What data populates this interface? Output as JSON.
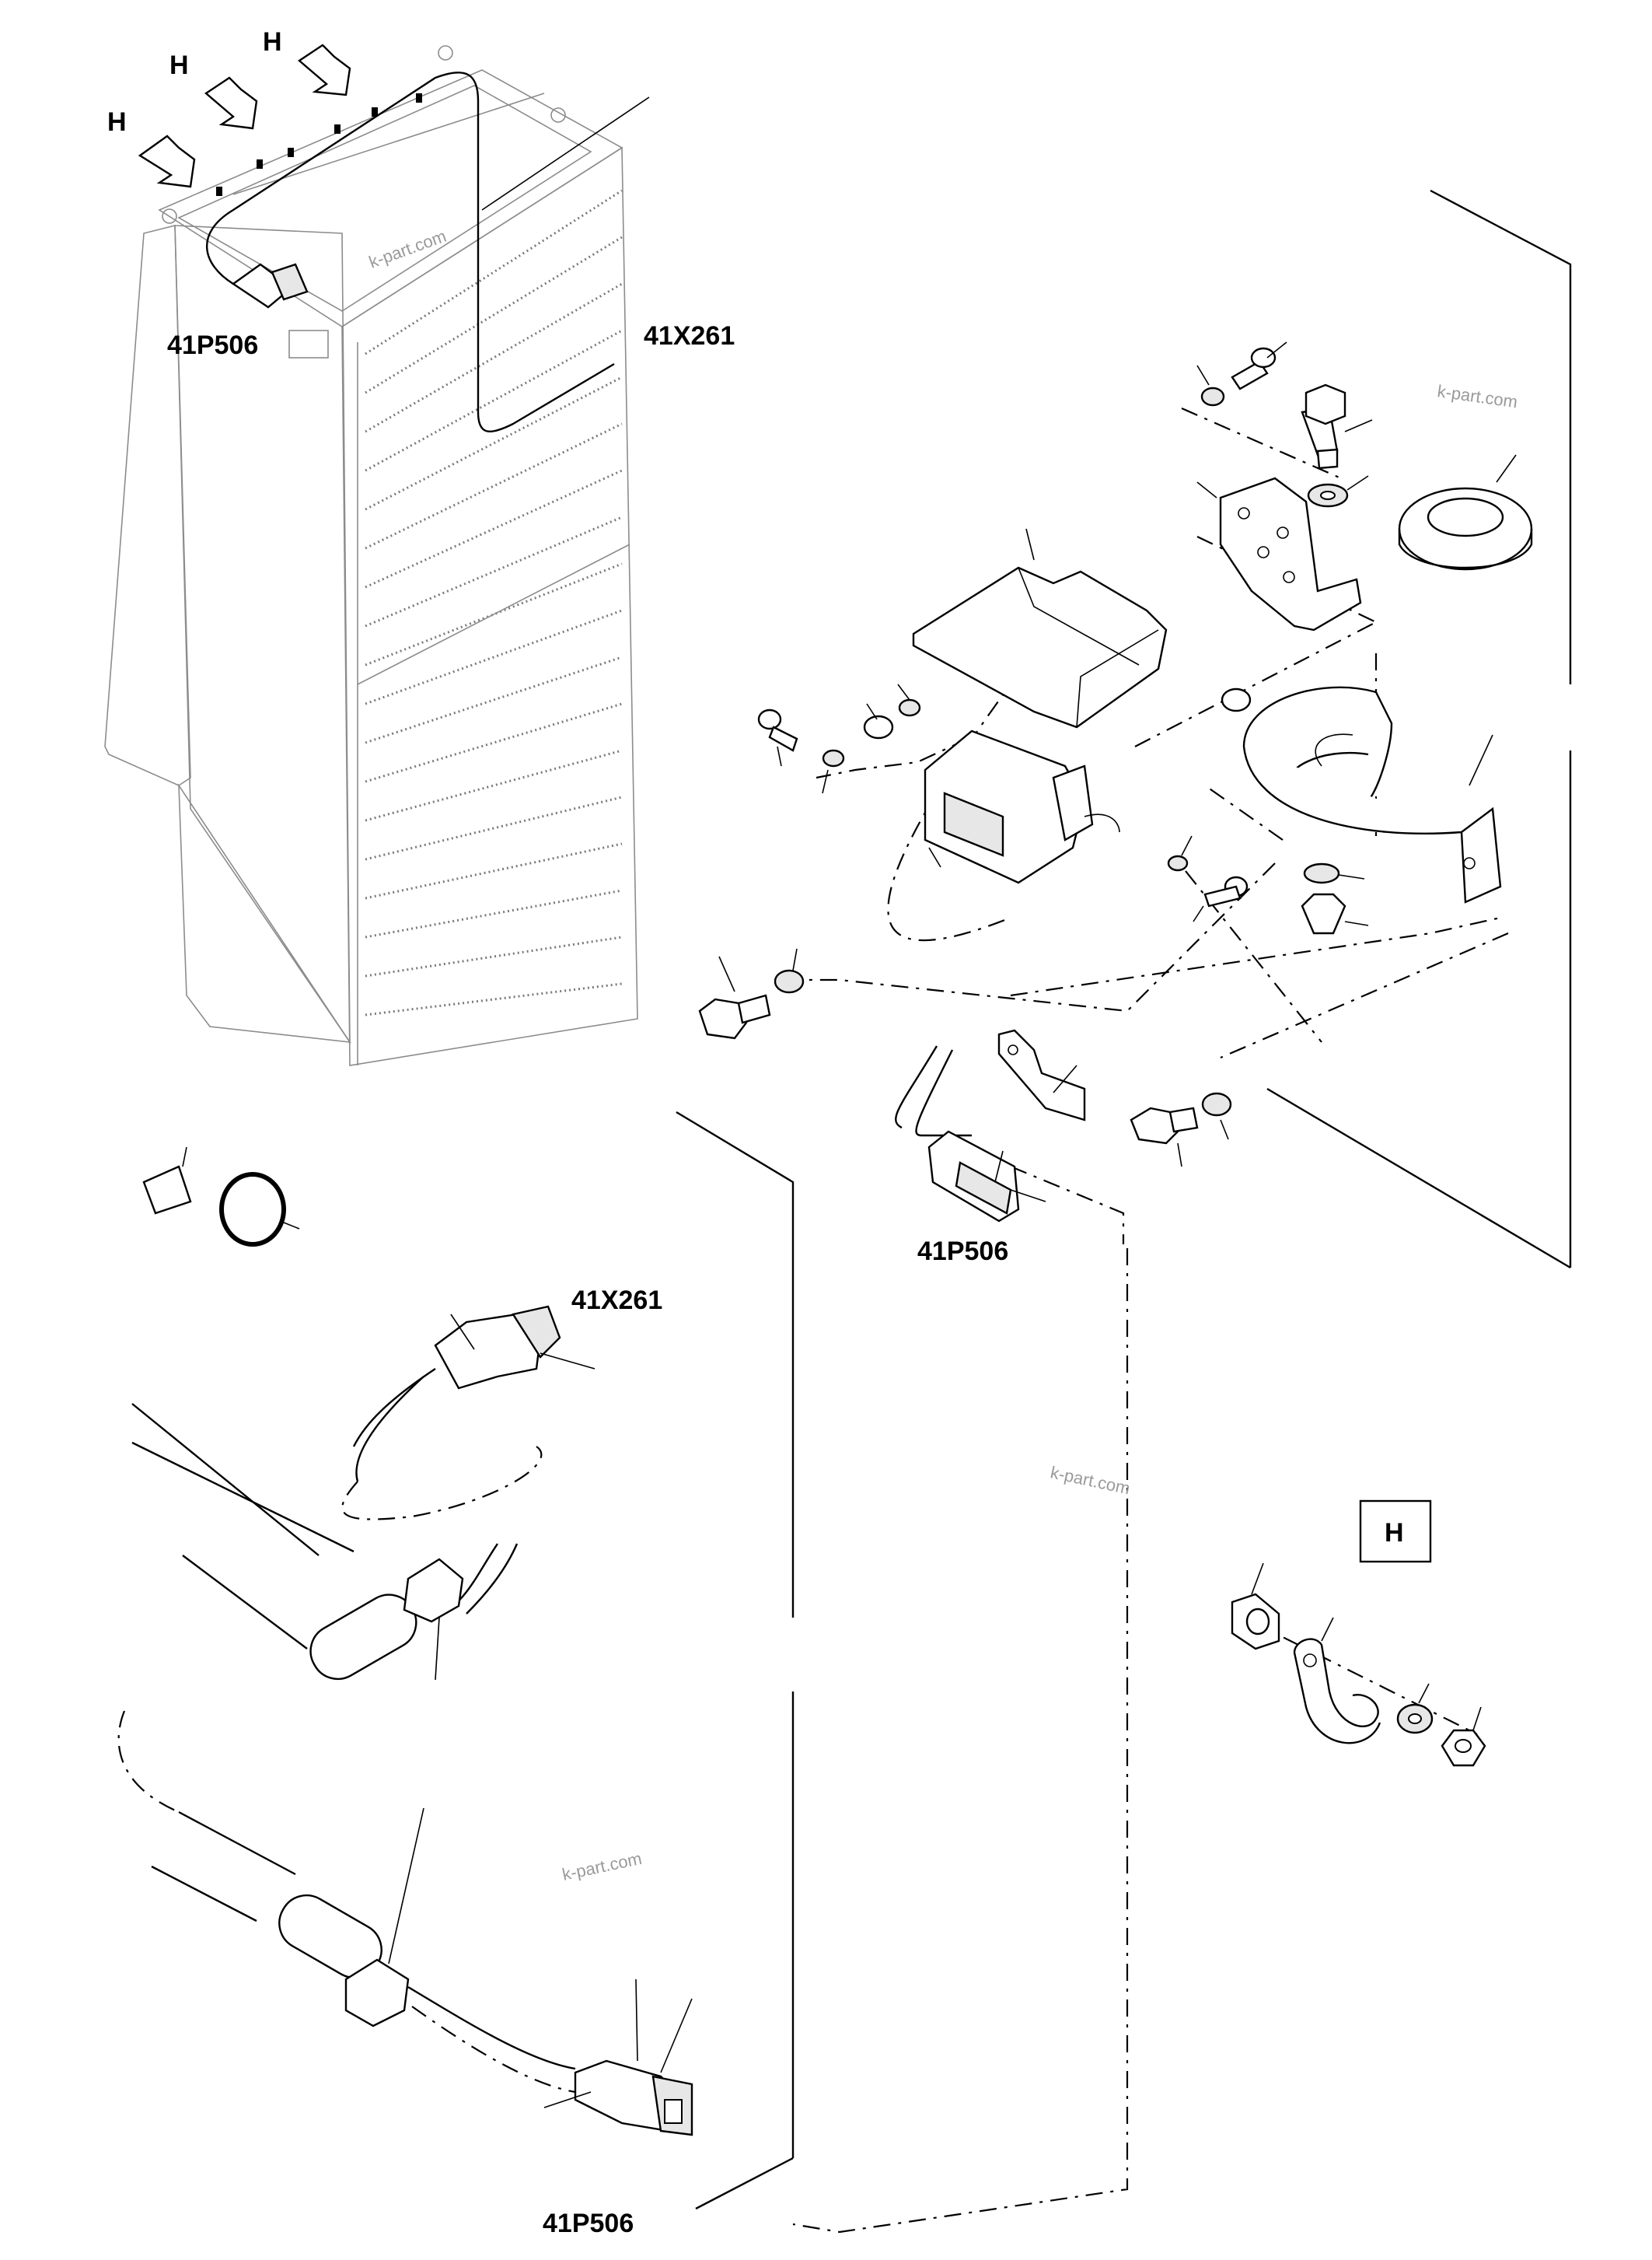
{
  "labels": {
    "p506_cabinet": "41P506",
    "x261_cabinet": "41X261",
    "p506_mount": "41P506",
    "x261_cable": "41X261",
    "p506_cable": "41P506"
  },
  "detail_markers": {
    "arrow_1": "H",
    "arrow_2": "H",
    "arrow_3": "H",
    "detail_box": "H"
  },
  "watermarks": {
    "w1": "k-part.com",
    "w2": "k-part.com",
    "w3": "k-part.com",
    "w4": "k-part.com"
  }
}
